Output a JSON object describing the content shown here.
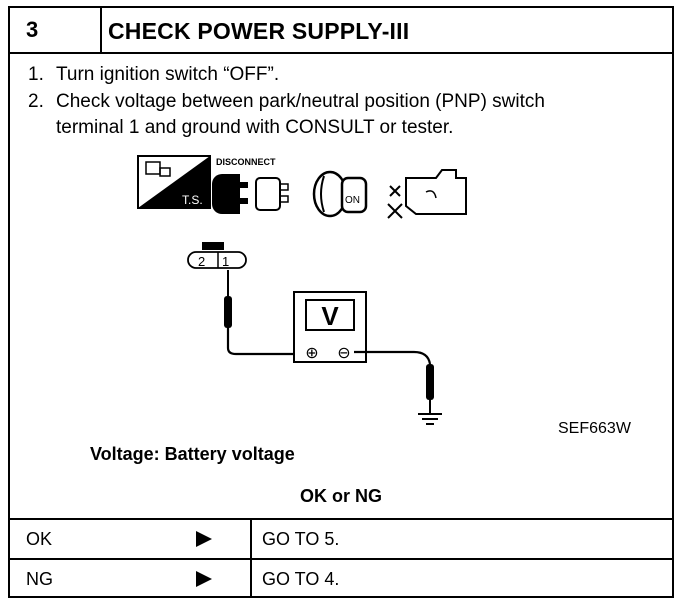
{
  "header": {
    "number": "3",
    "title": "CHECK POWER SUPPLY-III"
  },
  "steps": [
    {
      "num": "1.",
      "text": "Turn ignition switch “OFF”."
    },
    {
      "num": "2.",
      "text": "Check voltage between park/neutral position (PNP) switch",
      "continuation": "terminal 1 and ground with CONSULT or tester."
    }
  ],
  "icons": {
    "ts_label": "T.S.",
    "disconnect_label": "DISCONNECT",
    "key_label": "ON"
  },
  "diagram": {
    "connector_terminals": [
      "2",
      "1"
    ],
    "meter_label": "V",
    "plus": "⊕",
    "minus": "⊖"
  },
  "figure_ref": "SEF663W",
  "spec": "Voltage: Battery voltage",
  "decision_title": "OK or NG",
  "results": [
    {
      "result": "OK",
      "action": "GO TO 5."
    },
    {
      "result": "NG",
      "action": "GO TO 4."
    }
  ]
}
